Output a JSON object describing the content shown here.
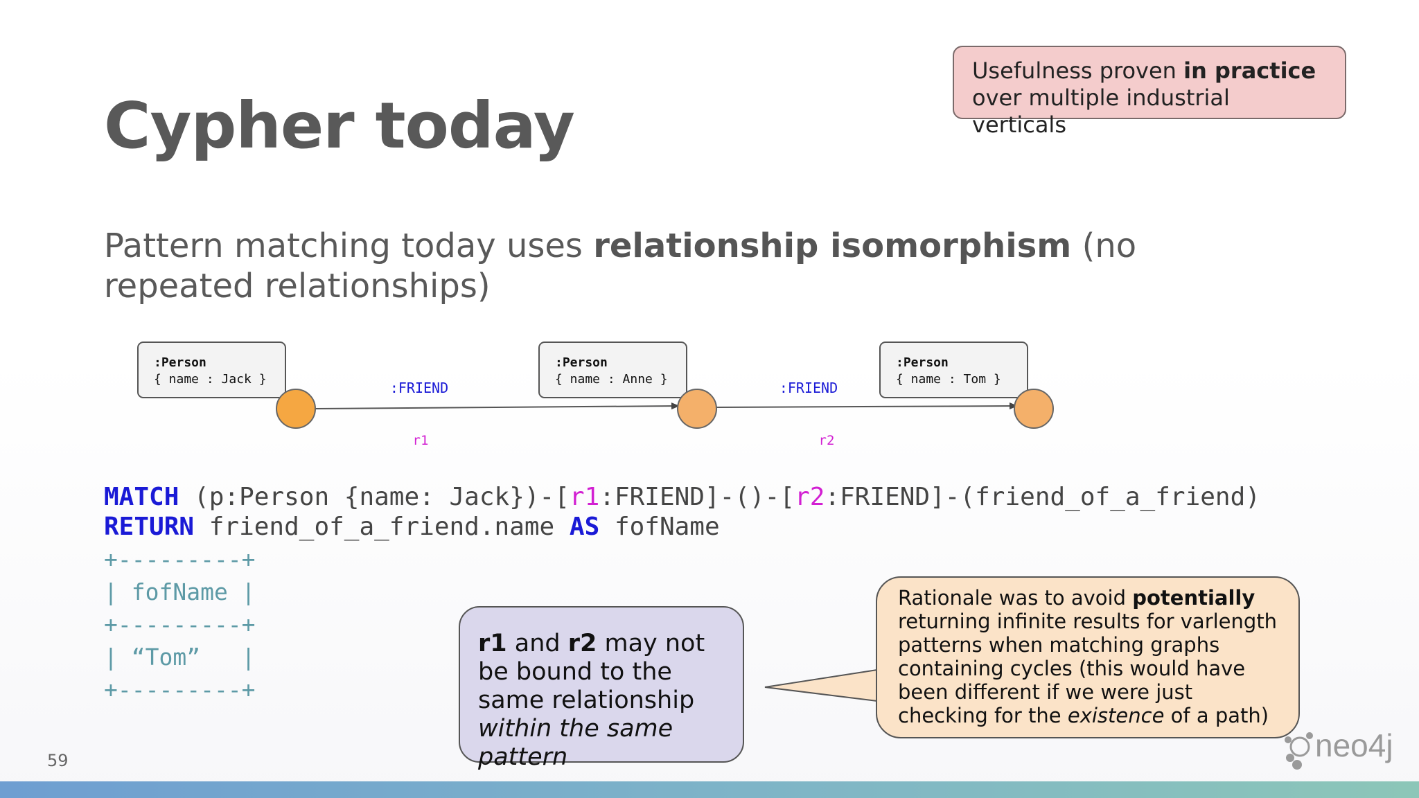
{
  "slide": {
    "title": "Cypher today",
    "page_number": "59",
    "subtitle_pre": "Pattern matching today uses ",
    "subtitle_bold": "relationship isomorphism",
    "subtitle_post": " (no repeated relationships)"
  },
  "top_callout": {
    "pre": "Usefulness proven ",
    "bold": "in practice",
    "post": " over multiple industrial verticals"
  },
  "graph": {
    "nodes": [
      {
        "label": ":Person",
        "props": "{ name : Jack }"
      },
      {
        "label": ":Person",
        "props": "{ name : Anne }"
      },
      {
        "label": ":Person",
        "props": "{ name : Tom }"
      }
    ],
    "edges": [
      {
        "type": ":FRIEND",
        "var": "r1"
      },
      {
        "type": ":FRIEND",
        "var": "r2"
      }
    ]
  },
  "query": {
    "match_kw": "MATCH",
    "seg1": " (p:Person {name: Jack})-[",
    "r1": "r1",
    "seg2": ":FRIEND]-()-[",
    "r2": "r2",
    "seg3": ":FRIEND]-(friend_of_a_friend)",
    "return_kw": "RETURN",
    "seg4": " friend_of_a_friend.name ",
    "as_kw": "AS",
    "seg5": " fofName"
  },
  "result_table": {
    "border": "+---------+",
    "header_row": "| fofName |",
    "value_row": "| “Tom”   |"
  },
  "middle_bubble": {
    "r1": "r1",
    "and": " and ",
    "r2": "r2",
    "text": " may not be bound to the same relationship ",
    "italic": "within the same pattern"
  },
  "right_bubble": {
    "pre": "Rationale was to avoid ",
    "bold": "potentially",
    "mid": " returning infinite results for varlength patterns when matching graphs containing cycles (this would have been different if we were just checking for the ",
    "italic": "existence",
    "post": " of a path)"
  },
  "logo": {
    "text": "neo4j",
    "icon": "neo4j-logo-icon"
  },
  "colors": {
    "keyword": "#1a1ad6",
    "variable": "#d21fd2",
    "node_fill": "#f5a742",
    "top_callout_bg": "#f4cccc",
    "middle_bubble_bg": "#dad7ec",
    "right_bubble_bg": "#fbe3c8",
    "table_text": "#5d9aa6"
  }
}
